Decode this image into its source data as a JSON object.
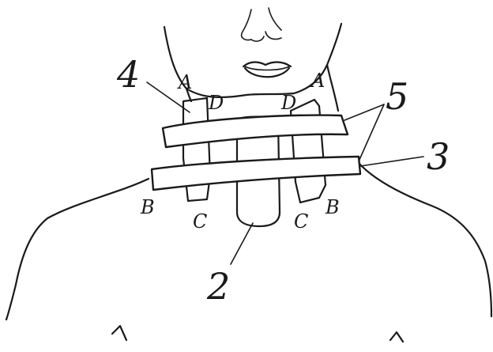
{
  "labels": {
    "n4": "4",
    "n5": "5",
    "n3": "3",
    "n2": "2",
    "a_left": "A",
    "a_right": "A",
    "b_left": "B",
    "b_right": "B",
    "c_left": "C",
    "c_right": "C",
    "d_left": "D",
    "d_right": "D"
  },
  "colors": {
    "ink": "#1a1a1a",
    "background": "#ffffff"
  }
}
